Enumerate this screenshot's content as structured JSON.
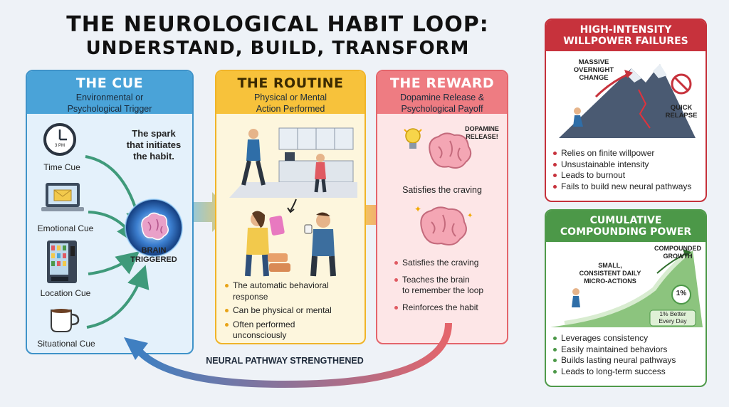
{
  "title": {
    "line1": "THE NEUROLOGICAL HABIT LOOP:",
    "line2": "UNDERSTAND, BUILD, TRANSFORM"
  },
  "cue": {
    "heading": "THE CUE",
    "sub1": "Environmental or",
    "sub2": "Psychological Trigger",
    "spark1": "The spark",
    "spark2": "that initiates",
    "spark3": "the habit.",
    "clock_text": "3 PM",
    "items": [
      "Time Cue",
      "Emotional Cue",
      "Location Cue",
      "Situational Cue"
    ],
    "brain1": "BRAIN",
    "brain2": "TRIGGERED"
  },
  "routine": {
    "heading": "THE ROUTINE",
    "sub1": "Physical or Mental",
    "sub2": "Action Performed",
    "bullets": [
      [
        "The automatic behavioral",
        "response"
      ],
      [
        "Can be physical or mental"
      ],
      [
        "Often performed",
        "unconsciously"
      ]
    ]
  },
  "reward": {
    "heading": "THE REWARD",
    "sub1": "Dopamine Release &",
    "sub2": "Psychological Payoff",
    "dopamine1": "DOPAMINE",
    "dopamine2": "RELEASE!",
    "craving": "Satisfies the craving",
    "bullets": [
      [
        "Satisfies the craving"
      ],
      [
        "Teaches the brain",
        "to remember the loop"
      ],
      [
        "Reinforces the habit"
      ]
    ]
  },
  "pathway_label": "NEURAL PATHWAY STRENGTHENED",
  "failures": {
    "heading1": "HIGH-INTENSITY",
    "heading2": "WILLPOWER FAILURES",
    "massive1": "MASSIVE",
    "massive2": "OVERNIGHT",
    "massive3": "CHANGE",
    "relapse1": "QUICK",
    "relapse2": "RELAPSE",
    "bullets": [
      "Relies on finite willpower",
      "Unsustainable intensity",
      "Leads to burnout",
      "Fails to build new neural pathways"
    ]
  },
  "compounding": {
    "heading1": "CUMULATIVE",
    "heading2": "COMPOUNDING POWER",
    "growth1": "COMPOUNDED",
    "growth2": "GROWTH",
    "small1": "SMALL,",
    "small2": "CONSISTENT DAILY",
    "small3": "MICRO-ACTIONS",
    "percent": "1%",
    "badge1": "1% Better",
    "badge2": "Every Day",
    "bullets": [
      "Leverages consistency",
      "Easily maintained behaviors",
      "Builds lasting neural pathways",
      "Leads to long-term success"
    ]
  },
  "colors": {
    "cue": "#4aa3d8",
    "routine": "#f7c23b",
    "reward": "#ee7c82",
    "failure": "#c7323c",
    "compound": "#4c9848"
  }
}
